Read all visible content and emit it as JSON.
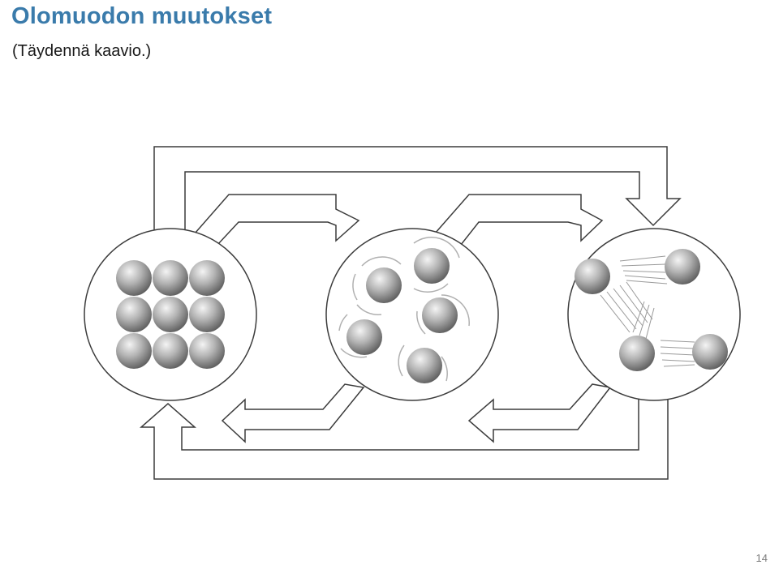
{
  "slide": {
    "title": "Olomuodon muutokset",
    "subtitle": "(Täydennä kaavio.)",
    "page_number": "14"
  },
  "diagram": {
    "states": [
      {
        "id": "solid",
        "particle_count": 9
      },
      {
        "id": "liquid",
        "particle_count": 5
      },
      {
        "id": "gas",
        "particle_count": 4
      }
    ],
    "transitions": [
      {
        "id": "solid-to-liquid",
        "from": "solid",
        "to": "liquid"
      },
      {
        "id": "liquid-to-gas",
        "from": "liquid",
        "to": "gas"
      },
      {
        "id": "liquid-to-solid",
        "from": "liquid",
        "to": "solid"
      },
      {
        "id": "gas-to-liquid",
        "from": "gas",
        "to": "liquid"
      },
      {
        "id": "solid-to-gas",
        "from": "solid",
        "to": "gas"
      },
      {
        "id": "gas-to-solid",
        "from": "gas",
        "to": "solid"
      }
    ],
    "colors": {
      "outline": "#3c3c3c",
      "particle_light": "#f2f2f2",
      "particle_mid": "#a6a6a6",
      "particle_dark": "#5a5a5a"
    }
  }
}
